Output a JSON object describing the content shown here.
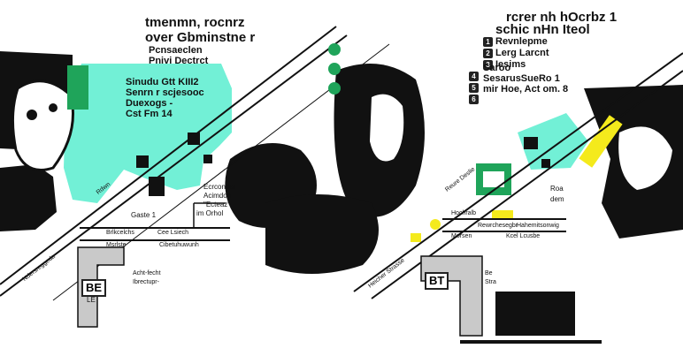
{
  "left_map": {
    "heading": [
      "tmenmn, rocnrz",
      "over Gbminstne r"
    ],
    "legend": [
      "Pcnsaeclen",
      "Pnivi Dectrct"
    ],
    "list": [
      "Sinudu Gtt KIII2",
      "Senrn r scjesooc",
      "Duexogs -",
      "Cst Fm   14"
    ],
    "place_labels": [
      "Ecrcondat",
      "Acimdon",
      "\"Ecteaz\"",
      "im Orhol"
    ],
    "road_labels": [
      "Gaste 1",
      "Brlkcelchs",
      "Cee Lsiech",
      "Msrlste",
      "Cibetuhuwunh",
      "Acht-fecht",
      "Ibrectupr-"
    ],
    "diagonal_labels": [
      "Rdwn",
      "Ndersreggeda"
    ],
    "badge": "BE",
    "badge_sub": "LE"
  },
  "right_map": {
    "heading": [
      "rcrer nh hOcrbz 1",
      "schic nHn Iteol"
    ],
    "legend": [
      {
        "n": "1",
        "text": "Revnlepme"
      },
      {
        "n": "2",
        "text": "Lerg Larcnt"
      },
      {
        "n": "3",
        "text": "Iesims"
      },
      {
        "n": "4",
        "text": "Saroo"
      },
      {
        "n": "5",
        "text": "SesarusSueRo 1"
      },
      {
        "n": "6",
        "text": "mir Hoe, Act om. 8"
      }
    ],
    "place_labels": [
      "Roa",
      "dem",
      "Hahemitsonwig"
    ],
    "road_labels": [
      "Hochralb",
      "Morsen",
      "Kcel Lcusbe",
      "Rewrchesegbr"
    ],
    "diagonal_labels": [
      "Reure Deslie",
      "Heicher Strasse"
    ],
    "badge": "BT",
    "badge_sub": "Be",
    "badge_sub2": "Stra"
  },
  "colors": {
    "teal": "#72f0d6",
    "green": "#1fa45a",
    "yellow": "#f4ea1c",
    "black": "#111111",
    "grey": "#c9c9c9"
  }
}
